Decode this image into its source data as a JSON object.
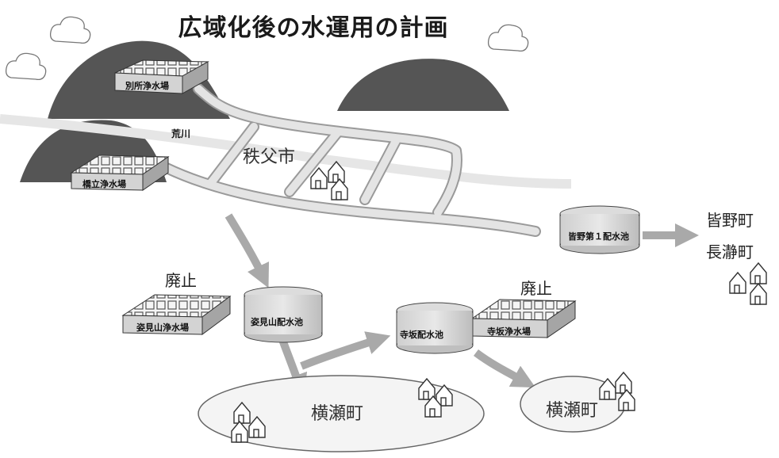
{
  "title": "広域化後の水運用の計画",
  "labels": {
    "bessho_plant": "別所浄水場",
    "urayama_plant": "橋立浄水場",
    "arakawa": "荒川",
    "chichibu": "秩父市",
    "minano_reservoir": "皆野第１配水池",
    "minano_town": "皆野町",
    "nagatoro_town": "長瀞町",
    "haishi_left": "廃止",
    "haishi_right": "廃止",
    "yamimi_plant": "姿見山浄水場",
    "yamimi_reservoir": "姿見山配水池",
    "terasaka_reservoir": "寺坂配水池",
    "terasaka_plant": "寺坂浄水場",
    "yokoze_town_1": "横瀬町",
    "yokoze_town_2": "横瀬町"
  },
  "colors": {
    "mountain": "#555555",
    "road": "#d2d2d2",
    "river": "#e6e6e6",
    "arrow": "#a9a9a9",
    "ellipse_fill": "#f4f4f4",
    "building": "#cfcfcf"
  },
  "icons": [
    "cloud-icon",
    "house-cluster-icon"
  ]
}
